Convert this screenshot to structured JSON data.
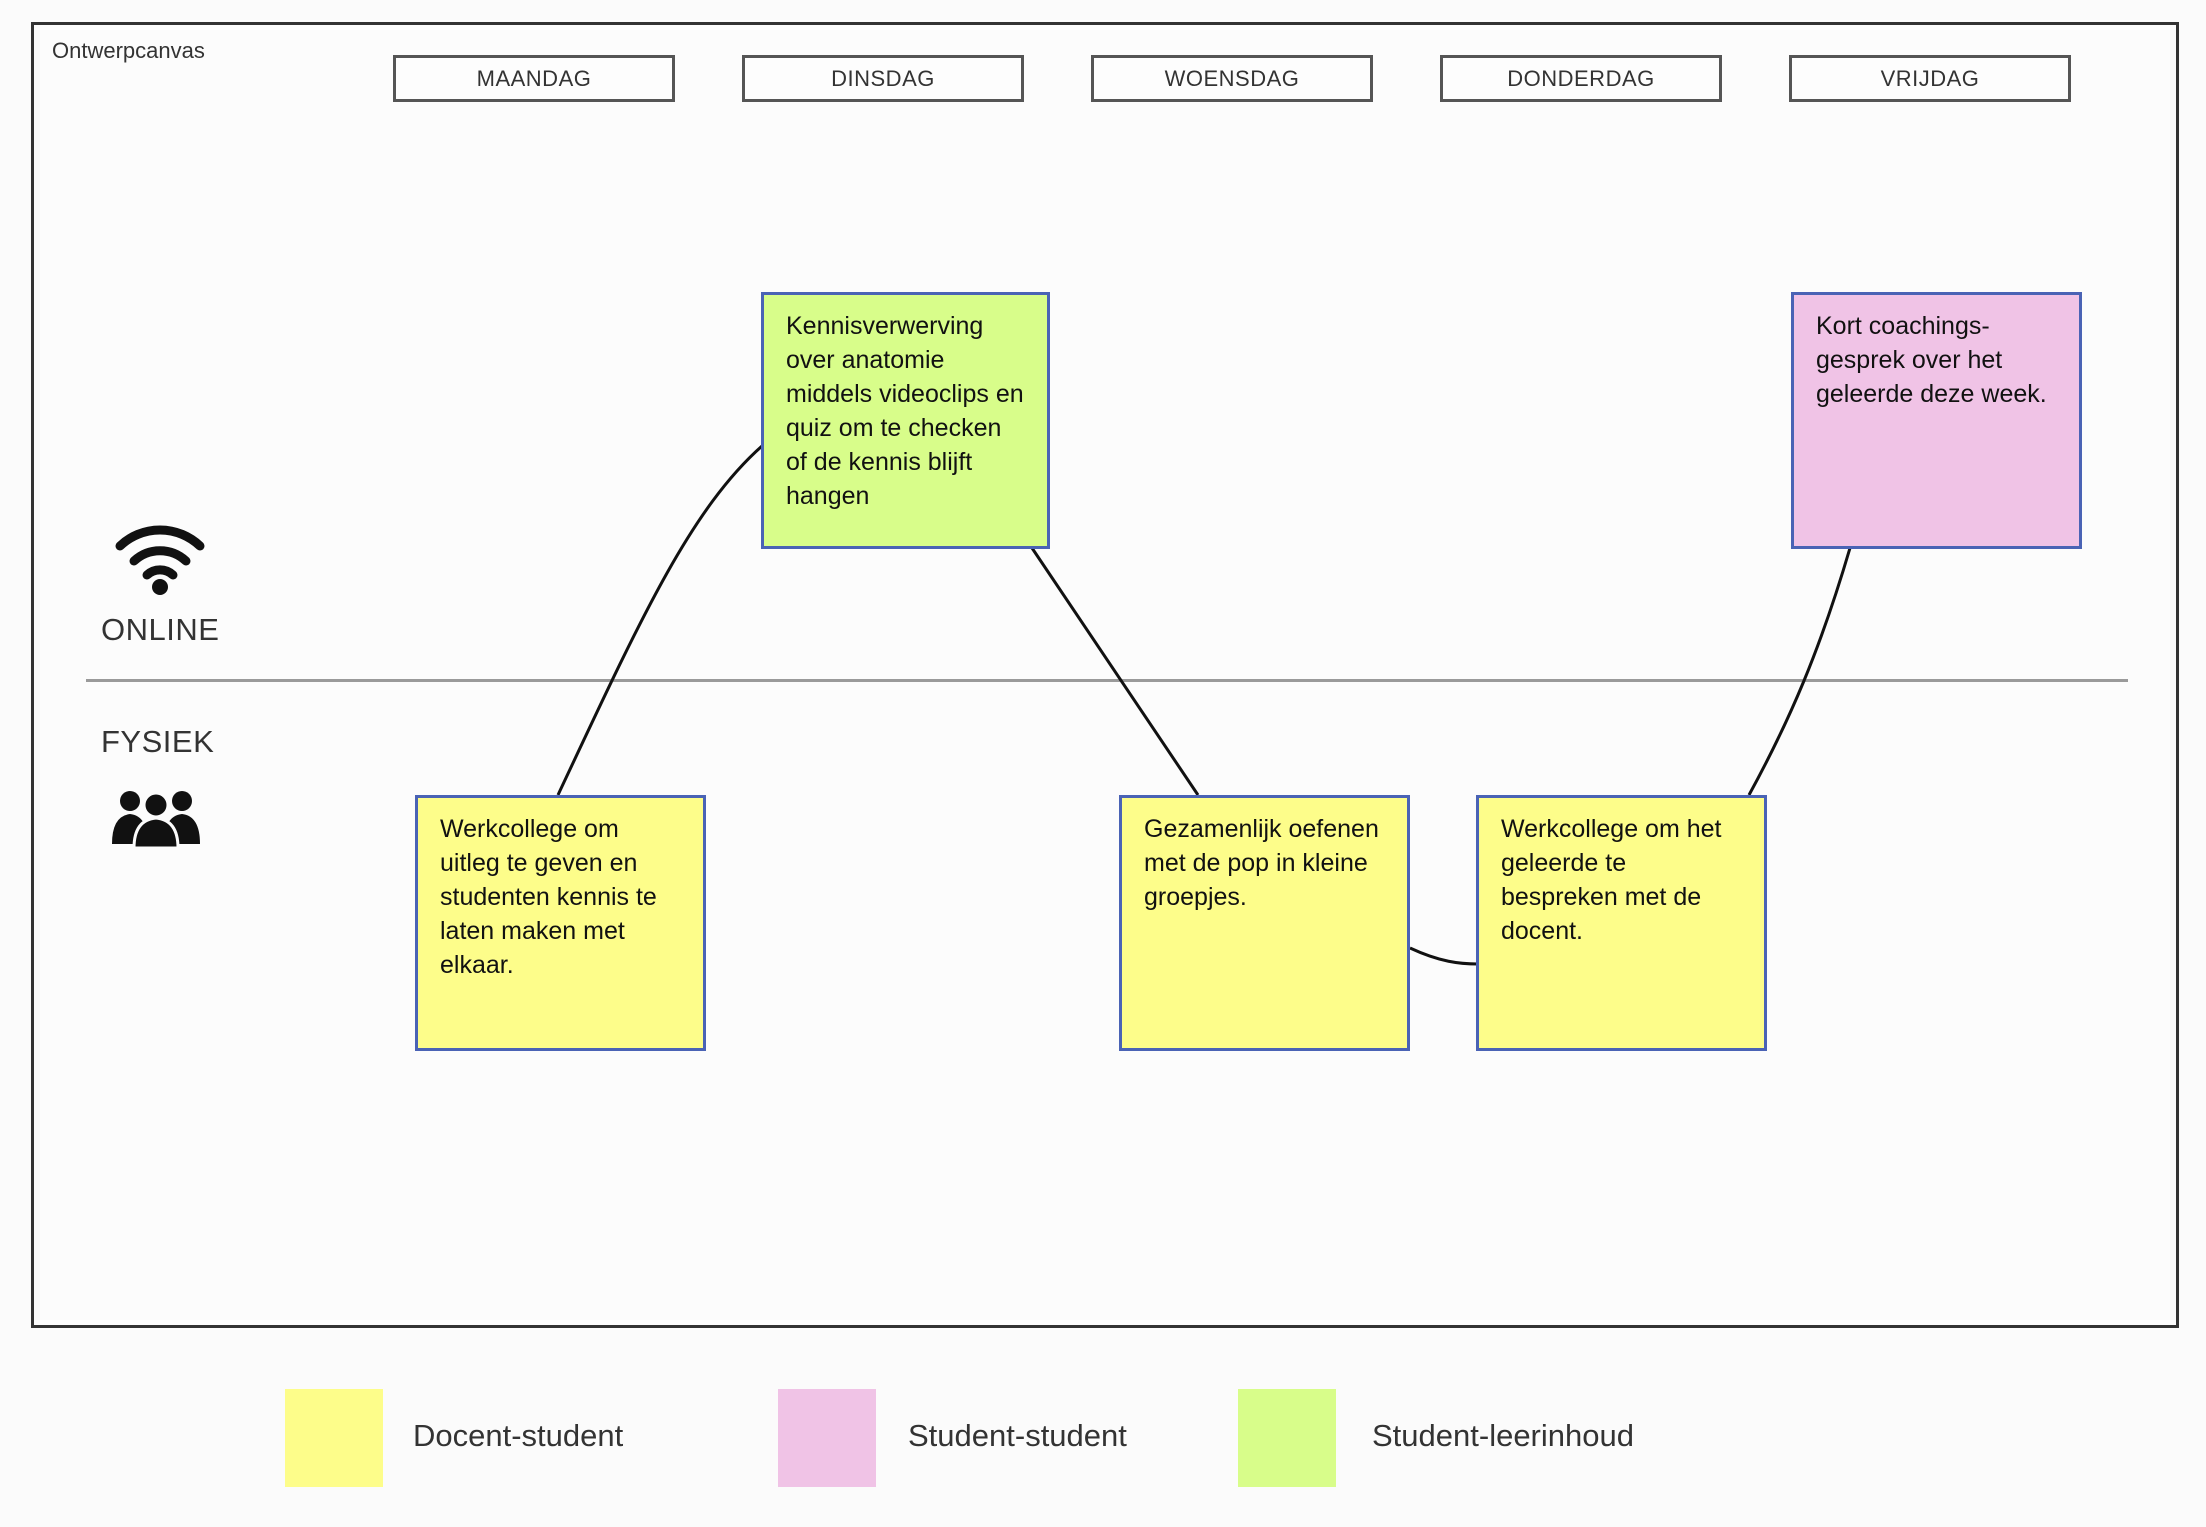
{
  "canvas": {
    "title": "Ontwerpcanvas",
    "days": [
      "MAANDAG",
      "DINSDAG",
      "WOENSDAG",
      "DONDERDAG",
      "VRIJDAG"
    ]
  },
  "lanes": {
    "online": {
      "label": "ONLINE",
      "icon": "wifi-icon"
    },
    "fysiek": {
      "label": "FYSIEK",
      "icon": "group-icon"
    }
  },
  "activities": {
    "maandag": {
      "text": "Werkcollege om uitleg te geven en studenten kennis te laten maken met elkaar.",
      "type": "Docent-student"
    },
    "dinsdag": {
      "text": "Kennisverwerving over anatomie middels videoclips en quiz om te checken of de kennis blijft hangen",
      "type": "Student-leerinhoud"
    },
    "woensdag": {
      "text": "Gezamenlijk oefenen met de pop in kleine groepjes.",
      "type": "Docent-student"
    },
    "donderdag": {
      "text": "Werkcollege om het geleerde te bespreken met de docent.",
      "type": "Docent-student"
    },
    "vrijdag": {
      "text": "Kort coachings-gesprek over het geleerde deze week.",
      "type": "Student-student"
    }
  },
  "legend": [
    {
      "label": "Docent-student",
      "color": "#fdfd8a"
    },
    {
      "label": "Student-student",
      "color": "#f0c3e6"
    },
    {
      "label": "Student-leerinhoud",
      "color": "#d8fd8a"
    }
  ],
  "colors": {
    "note_border": "#4a63b5",
    "connector": "#111111"
  }
}
